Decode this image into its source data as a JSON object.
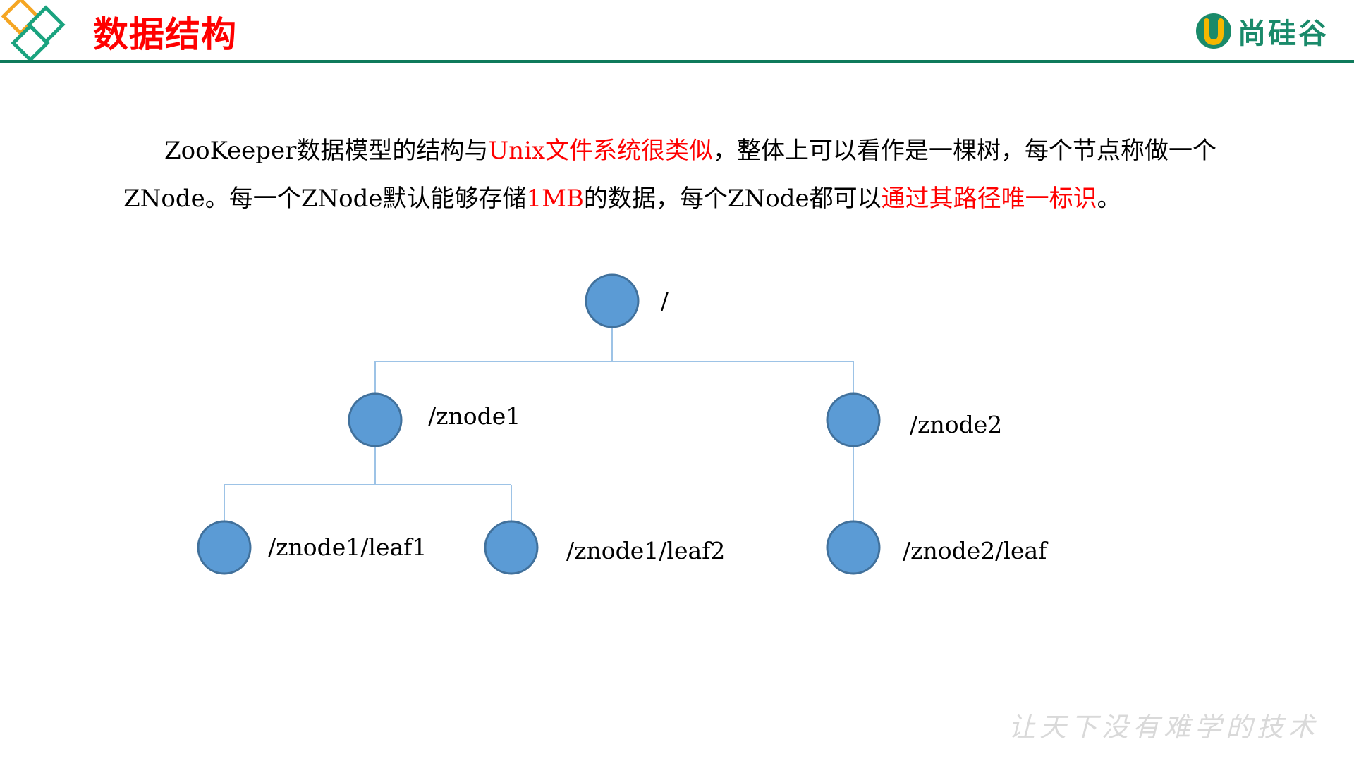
{
  "header": {
    "title": "数据结构",
    "brand_name": "尚硅谷",
    "accent_color": "#0f7a5b",
    "title_color": "#ff0000",
    "icons": [
      "diamond-logo-icon",
      "brand-u-icon"
    ]
  },
  "description": {
    "segments": [
      {
        "text": "ZooKeeper数据模型的结构与",
        "highlight": false
      },
      {
        "text": "Unix文件系统很类似",
        "highlight": true
      },
      {
        "text": "，整体上可以看作是一棵树，每个节点称做一个ZNode。每一个ZNode默认能够存储",
        "highlight": false
      },
      {
        "text": "1MB",
        "highlight": true
      },
      {
        "text": "的数据，每个ZNode都可以",
        "highlight": false
      },
      {
        "text": "通过其路径唯一标识",
        "highlight": true
      },
      {
        "text": "。",
        "highlight": false
      }
    ],
    "highlight_color": "#ff0000"
  },
  "tree": {
    "node_color": "#5b9bd5",
    "node_border_color": "#41719c",
    "edge_color": "#9dc3e6",
    "nodes": [
      {
        "id": "root",
        "label": "/"
      },
      {
        "id": "znode1",
        "label": "/znode1"
      },
      {
        "id": "znode2",
        "label": "/znode2"
      },
      {
        "id": "leaf1",
        "label": "/znode1/leaf1"
      },
      {
        "id": "leaf2",
        "label": "/znode1/leaf2"
      },
      {
        "id": "leaf3",
        "label": "/znode2/leaf"
      }
    ],
    "edges": [
      {
        "from": "root",
        "to": "znode1"
      },
      {
        "from": "root",
        "to": "znode2"
      },
      {
        "from": "znode1",
        "to": "leaf1"
      },
      {
        "from": "znode1",
        "to": "leaf2"
      },
      {
        "from": "znode2",
        "to": "leaf3"
      }
    ]
  },
  "footer": {
    "slogan": "让天下没有难学的技术",
    "slogan_color": "#d9d9d9"
  }
}
